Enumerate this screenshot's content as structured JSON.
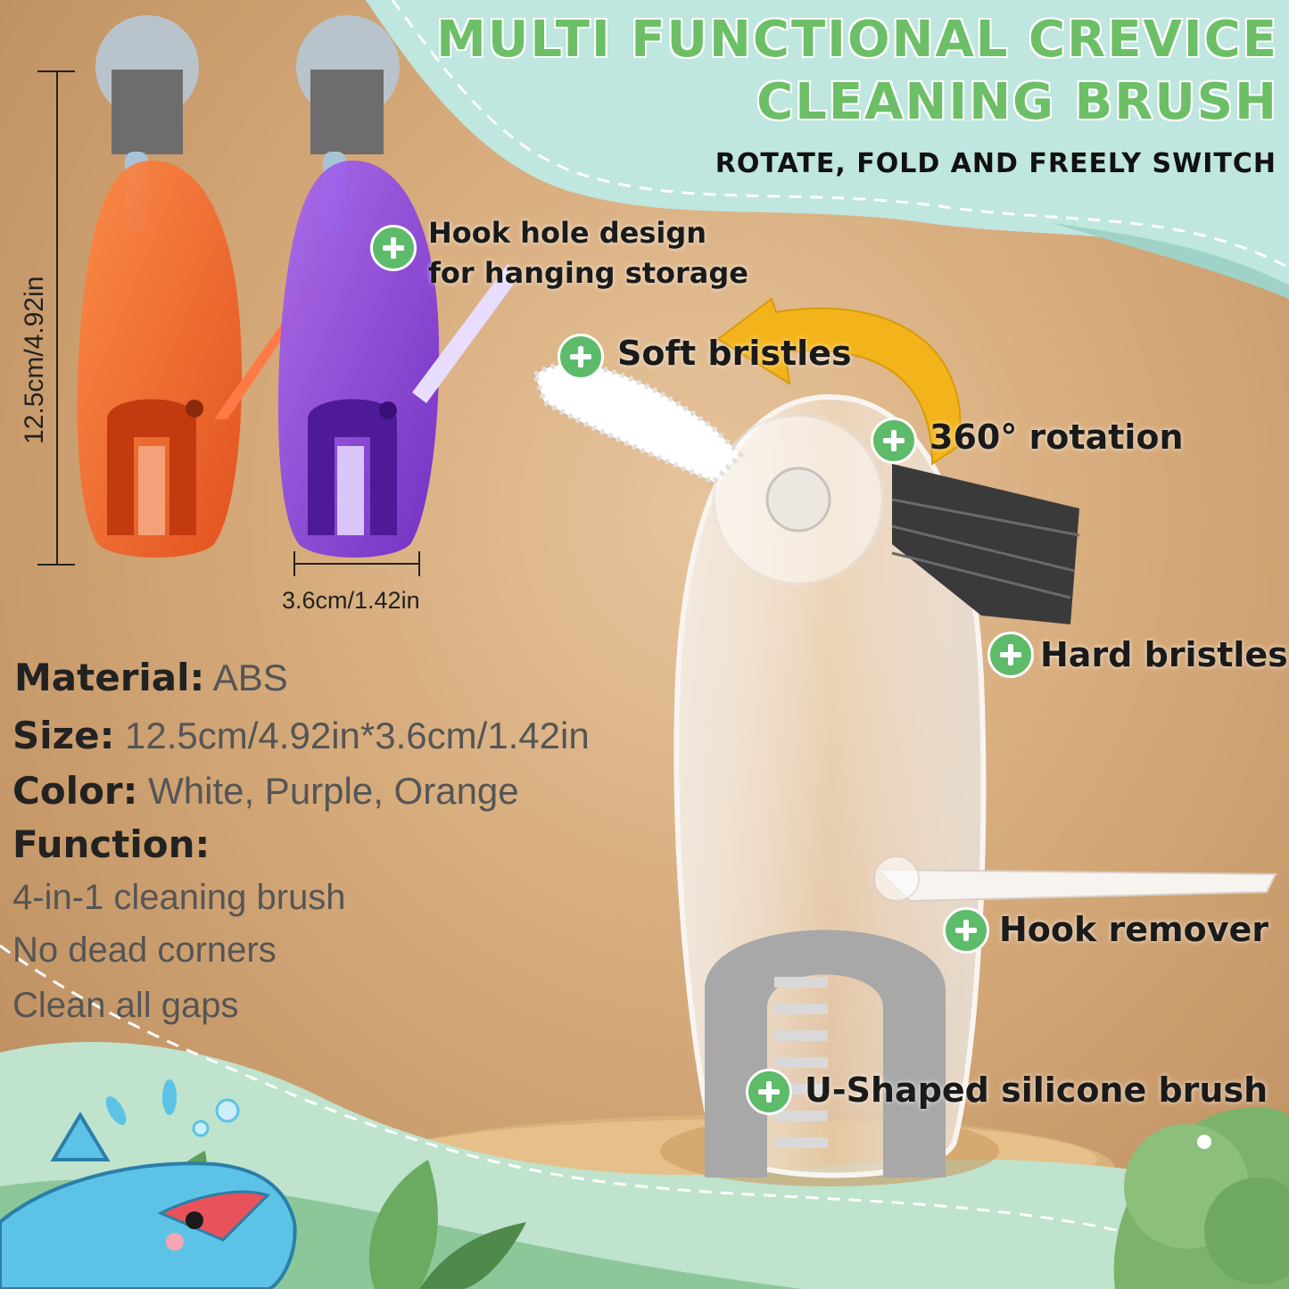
{
  "header": {
    "title_line1": "MULTI FUNCTIONAL CREVICE",
    "title_line2": "CLEANING BRUSH",
    "subtitle": "ROTATE, FOLD AND FREELY SWITCH"
  },
  "callouts": {
    "hook_hole_line1": "Hook hole design",
    "hook_hole_line2": "for hanging storage",
    "soft_bristles": "Soft bristles",
    "rotation": "360° rotation",
    "hard_bristles": "Hard bristles",
    "hook_remover": "Hook remover",
    "u_shaped": "U-Shaped silicone brush"
  },
  "dimensions": {
    "height": "12.5cm/4.92in",
    "width": "3.6cm/1.42in"
  },
  "specs": {
    "material_label": "Material:",
    "material_value": "ABS",
    "size_label": "Size:",
    "size_value": "12.5cm/4.92in*3.6cm/1.42in",
    "color_label": "Color:",
    "color_value": "White, Purple, Orange",
    "function_label": "Function:",
    "functions": [
      "4-in-1 cleaning brush",
      "No dead corners",
      "Clean all gaps"
    ]
  },
  "colors": {
    "accent_green": "#6cbf66",
    "orange_brush": "#f0612a",
    "purple_brush": "#8a3fe0"
  }
}
